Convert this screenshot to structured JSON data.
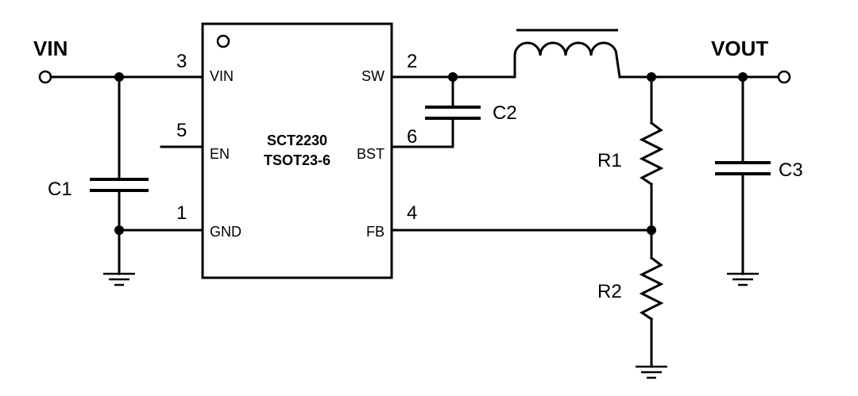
{
  "nets": {
    "vin": "VIN",
    "vout": "VOUT"
  },
  "ic": {
    "name": "SCT2230",
    "package": "TSOT23-6",
    "pins": {
      "vin": {
        "number": "3",
        "name": "VIN"
      },
      "en": {
        "number": "5",
        "name": "EN"
      },
      "gnd": {
        "number": "1",
        "name": "GND"
      },
      "sw": {
        "number": "2",
        "name": "SW"
      },
      "bst": {
        "number": "6",
        "name": "BST"
      },
      "fb": {
        "number": "4",
        "name": "FB"
      }
    }
  },
  "components": {
    "c1": "C1",
    "c2": "C2",
    "c3": "C3",
    "r1": "R1",
    "r2": "R2"
  }
}
